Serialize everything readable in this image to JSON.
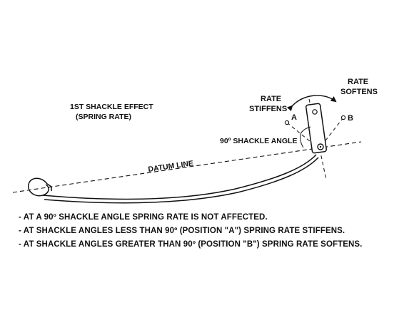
{
  "diagram": {
    "title_line1": "1ST SHACKLE EFFECT",
    "title_line2": "(SPRING RATE)",
    "rate_stiffens_line1": "RATE",
    "rate_stiffens_line2": "STIFFENS",
    "rate_softens_line1": "RATE",
    "rate_softens_line2": "SOFTENS",
    "position_a": "A",
    "position_b": "B",
    "shackle_angle_label": "90º SHACKLE ANGLE",
    "datum_line_label": "DATUM LINE"
  },
  "notes": [
    "- AT A 90º SHACKLE ANGLE SPRING RATE IS NOT AFFECTED.",
    "- AT SHACKLE ANGLES LESS THAN 90º  (POSITION \"A\") SPRING RATE STIFFENS.",
    "- AT SHACKLE ANGLES GREATER THAN 90º  (POSITION \"B\") SPRING RATE SOFTENS."
  ],
  "colors": {
    "ink": "#111111",
    "background": "#ffffff"
  }
}
